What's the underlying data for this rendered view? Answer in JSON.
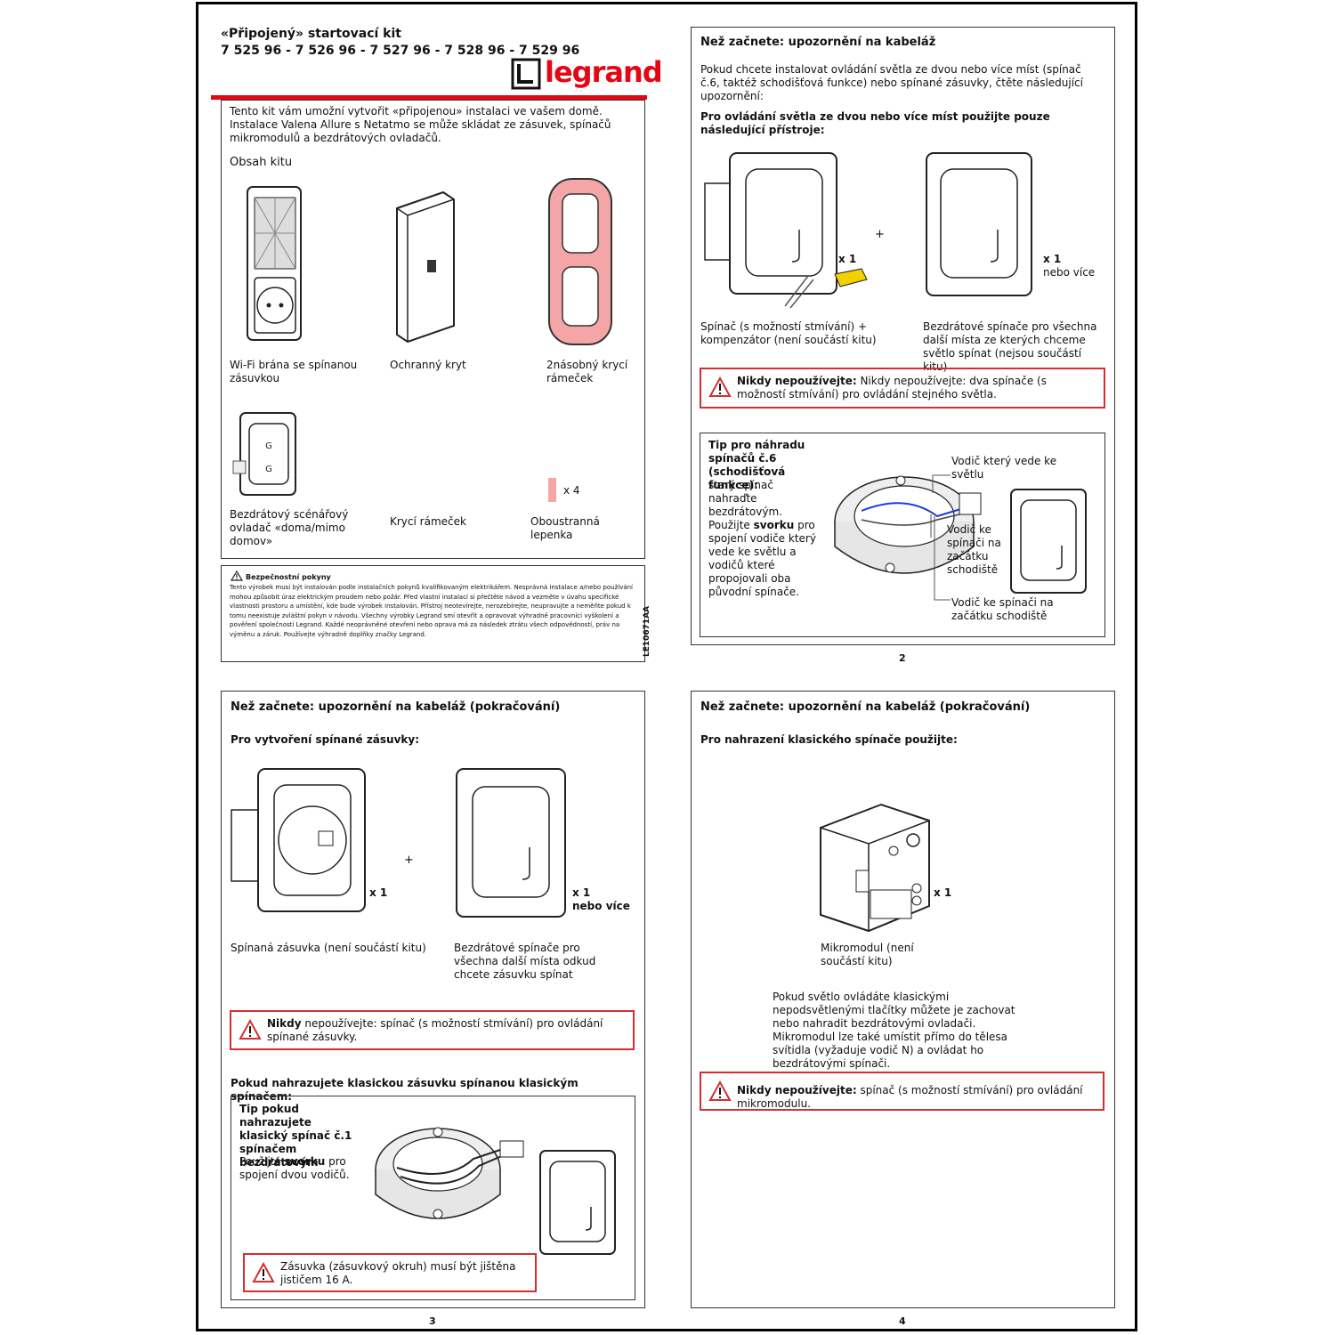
{
  "cover": {
    "title": "«Připojený» startovací kit",
    "refs": "7 525 96 - 7 526 96 - 7 527 96 - 7 528 96 - 7 529 96",
    "brand": "legrand",
    "intro": "Tento kit vám umožní vytvořit «připojenou» instalaci ve vašem domě. Instalace Valena Allure s Netatmo se může skládat ze zásuvek, spínačů mikromodulů a bezdrátových ovladačů.",
    "contents_title": "Obsah kitu",
    "items": [
      {
        "label": "Wi-Fi brána se spínanou zásuvkou"
      },
      {
        "label": "Ochranný kryt"
      },
      {
        "label": "2násobný krycí rámeček"
      },
      {
        "label": "Bezdrátový scénářový ovladač «doma/mimo domov»"
      },
      {
        "label": "Krycí rámeček"
      },
      {
        "label": "Oboustranná lepenka"
      }
    ],
    "tape_qty": "x 4",
    "safety_title": "Bezpečnostní pokyny",
    "safety_text": "Tento výrobek musí být instalován podle instalačních pokynů kvalifikovaným elektrikářem. Nesprávná instalace a/nebo používání mohou způsobit úraz elektrickým proudem nebo požár. Před vlastní instalací si přečtěte návod a vezměte v úvahu specifické vlastnosti prostoru a umístění, kde bude výrobek instalován. Přístroj neotevírejte, nerozebírejte, neupravujte a neměňte pokud k tomu neexistuje zvláštní pokyn v návodu. Všechny výrobky Legrand smí otevřít a opravovat výhradně pracovníci vyškolení a pověření společností Legrand. Každé neoprávněné otevření nebo oprava má za následek ztrátu všech odpovědností, práv na výměnu a záruk. Používejte výhradně doplňky značky Legrand.",
    "doc_code": "LE10671AA"
  },
  "page2": {
    "title": "Než začnete: upozornění na kabeláž",
    "intro": "Pokud chcete instalovat ovládání světla ze dvou nebo více míst (spínač č.6, taktéž schodišťová funkce) nebo spínané zásuvky, čtěte následující upozornění:",
    "subhead": "Pro ovládání světla ze dvou nebo více míst použijte pouze následující přístroje:",
    "qty1": "x 1",
    "plus": "+",
    "qty2": "x 1",
    "qty2_more": "nebo více",
    "cap1": "Spínač (s možností stmívání) + kompenzátor (není součástí kitu)",
    "cap2": "Bezdrátové spínače pro všechna další místa ze kterých chceme světlo spínat (nejsou součástí kitu)",
    "warn_bold": "Nikdy nepoužívejte:",
    "warn_text": " Nikdy nepoužívejte: dva spínače (s možností stmívání) pro ovládání stejného světla.",
    "tip_title": "Tip pro náhradu spínačů č.6 (schodišťová funkce):",
    "tip_line": "starý spínač nahraďte bezdrátovým.",
    "tip_use_pre": "Použijte ",
    "tip_use_bold": "svorku",
    "tip_use_post": " pro spojení vodiče který vede ke světlu a vodičů které propojovali oba původní spínače.",
    "callout1": "Vodič který vede ke světlu",
    "callout2": "Vodič ke spínači na začátku schodiště",
    "callout3": "Vodič ke spínači na začátku schodiště",
    "page_no": "2"
  },
  "page3": {
    "title": "Než začnete: upozornění na kabeláž (pokračování)",
    "subhead": "Pro vytvoření spínané zásuvky:",
    "qty1": "x 1",
    "plus": "+",
    "qty2": "x 1",
    "qty2_more": "nebo více",
    "cap1": "Spínaná zásuvka (není součástí kitu)",
    "cap2": "Bezdrátové spínače pro všechna další místa odkud chcete zásuvku spínat",
    "warn_bold": "Nikdy",
    "warn_text": " nepoužívejte: spínač (s možností stmívání) pro ovládání spínané zásuvky.",
    "subhead2": "Pokud nahrazujete klasickou zásuvku spínanou klasickým spínačem:",
    "tip_title": "Tip pokud nahrazujete klasický spínač č.1 spínačem bezdrátovým",
    "tip_use_pre": "Použijte ",
    "tip_use_bold": "svorku",
    "tip_use_post": " pro spojení dvou vodičů.",
    "warn2_text": "Zásuvka (zásuvkový okruh) musí být jištěna jističem 16 A.",
    "page_no": "3"
  },
  "page4": {
    "title": "Než začnete: upozornění na kabeláž (pokračování)",
    "subhead": "Pro nahrazení klasického spínače použijte:",
    "qty": "x 1",
    "cap": "Mikromodul (není součástí kitu)",
    "body": "Pokud světlo ovládáte klasickými nepodsvětlenými tlačítky můžete je zachovat nebo nahradit bezdrátovými ovladači. Mikromodul lze také umístit přímo do tělesa svítidla (vyžaduje vodič N) a ovládat ho bezdrátovými spínači.",
    "warn_bold": "Nikdy nepoužívejte:",
    "warn_text": " spínač (s možností stmívání) pro ovládání mikromodulu.",
    "page_no": "4"
  },
  "colors": {
    "accent": "#e30613",
    "warning": "#d32f2f",
    "frame_pink": "#f4a6a6"
  }
}
